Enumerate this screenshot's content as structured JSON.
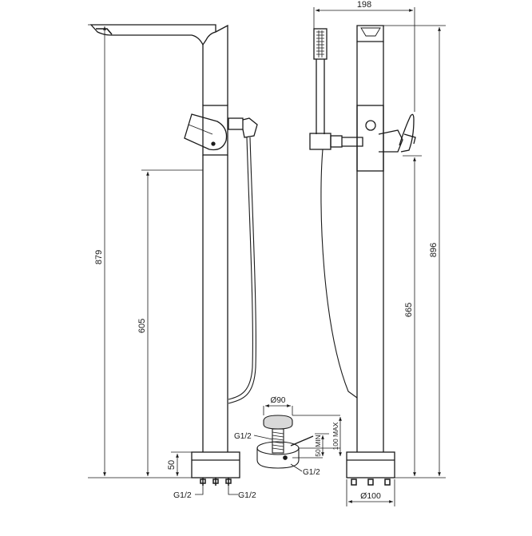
{
  "colors": {
    "line": "#1a1a1a",
    "background": "#ffffff",
    "knob_fill": "#d8d8d8"
  },
  "side_view": {
    "dim_total_height": "879",
    "dim_handle_height": "605",
    "dim_base_height": "50",
    "inlet_left_label": "G1/2",
    "inlet_right_label": "G1/2"
  },
  "front_view": {
    "dim_width": "198",
    "dim_total_height": "896",
    "dim_holder_height": "665",
    "dim_base_diameter": "Ø100"
  },
  "detail_view": {
    "dim_diameter": "Ø90",
    "thread_top_label": "G1/2",
    "thread_bottom_label": "G1/2",
    "dim_min_depth": "50 MIN",
    "dim_max_depth": "100 MAX"
  }
}
